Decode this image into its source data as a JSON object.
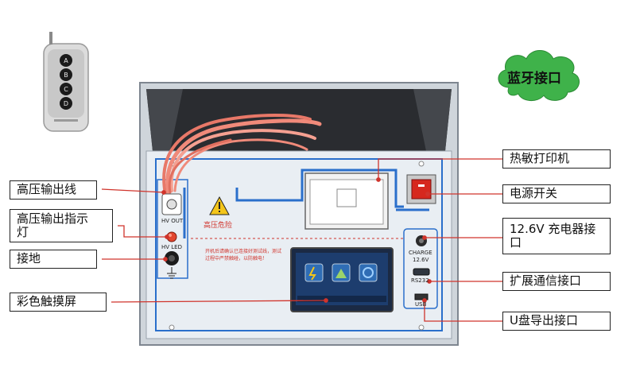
{
  "remote": {
    "buttons": [
      "A",
      "B",
      "C",
      "D"
    ]
  },
  "cloud": {
    "label": "蓝牙接口"
  },
  "panel": {
    "hv_out": "HV OUT",
    "warning": "高压危险",
    "hv_led": "HV LED",
    "charge_label": "CHARGE",
    "charge_voltage": "12.6V",
    "rs232": "RS232",
    "usb": "USB",
    "screen_text": "开机后请确认已连接好测试线，测试过程中严禁触碰，以防触电！"
  },
  "callouts_left": [
    {
      "label": "高压输出线"
    },
    {
      "label": "高压输出指示灯"
    },
    {
      "label": "接地"
    },
    {
      "label": "彩色触摸屏"
    }
  ],
  "callouts_right": [
    {
      "label": "热敏打印机"
    },
    {
      "label": "电源开关"
    },
    {
      "label": "12.6V 充电器接口"
    },
    {
      "label": "扩展通信接口"
    },
    {
      "label": "U盘导出接口"
    }
  ],
  "colors": {
    "panel_bg": "#e9eef3",
    "blue_line": "#2a6fcb",
    "red_leader": "#d0342c",
    "cloud_green": "#3fb24a",
    "cable_pink": "#f08a7a",
    "switch_red": "#d6281e"
  }
}
